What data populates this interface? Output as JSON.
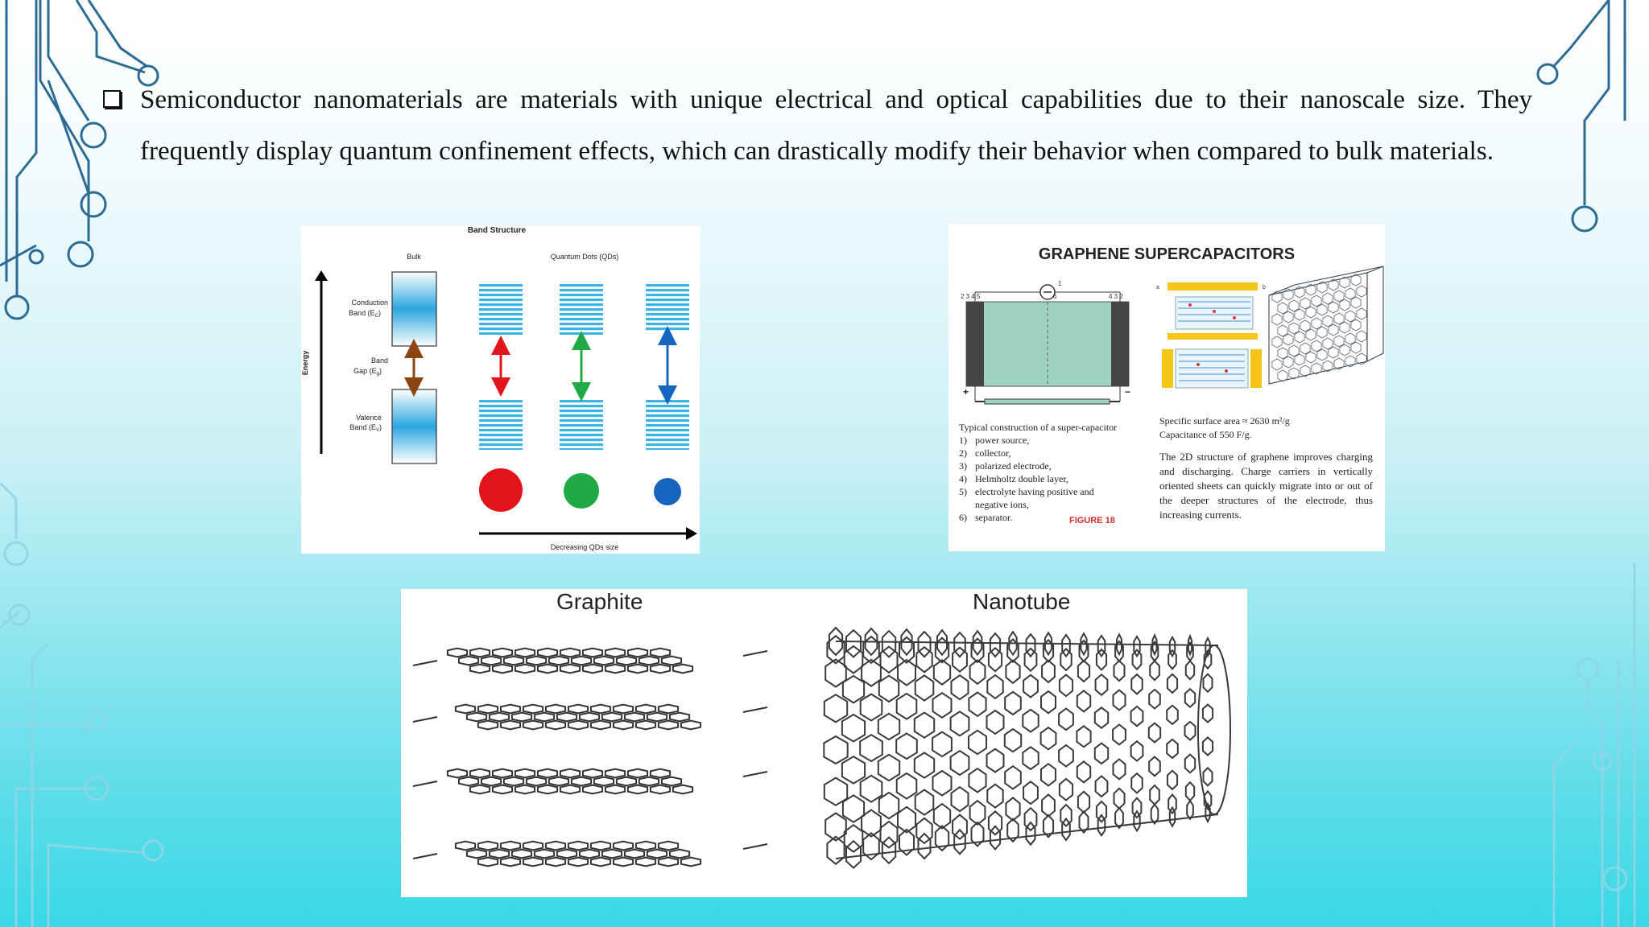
{
  "slide": {
    "bullet_text": "Semiconductor nanomaterials are materials with unique electrical and optical capabilities due to their nanoscale size. They frequently display quantum confinement effects, which can drastically modify their behavior when compared to bulk materials."
  },
  "band_figure": {
    "title": "Band Structure",
    "bulk_label": "Bulk",
    "qd_label": "Quantum Dots (QDs)",
    "energy_label": "Energy",
    "conduction_label_1": "Conduction",
    "conduction_label_2": "Band (E",
    "conduction_sub": "C",
    "gap_label_1": "Band",
    "gap_label_2": "Gap (E",
    "gap_sub": "g",
    "valence_label_1": "Valence",
    "valence_label_2": "Band (E",
    "valence_sub": "V",
    "x_axis_label": "Decreasing QDs size",
    "colors": {
      "red": "#e3131b",
      "green": "#1faa45",
      "blue": "#1565c0",
      "band": "#3ab3e6",
      "gap_arrow": "#8b4513"
    }
  },
  "supercap_figure": {
    "title": "GRAPHENE SUPERCAPACITORS",
    "diagram_numbers_left": "2 3 4   5",
    "diagram_number_mid": "6",
    "diagram_numbers_right": "4 3 2",
    "diagram_number_top": "1",
    "plus": "+",
    "minus": "−",
    "label_a": "a",
    "label_b": "b",
    "list_title": "Typical construction of a super-capacitor",
    "list_items": [
      {
        "n": "1)",
        "text": "power source,"
      },
      {
        "n": "2)",
        "text": "collector,"
      },
      {
        "n": "3)",
        "text": "polarized electrode,"
      },
      {
        "n": "4)",
        "text": "Helmholtz double layer,"
      },
      {
        "n": "5)",
        "text": "electrolyte having positive and negative ions,"
      },
      {
        "n": "6)",
        "text": "separator."
      }
    ],
    "figure_label": "FIGURE 18",
    "spec_line_1": "Specific surface area ≈ 2630 m²/g",
    "spec_line_2": "Capacitance of 550 F/g.",
    "description": "The 2D structure of graphene improves charging and discharging. Charge carriers in vertically oriented sheets can quickly migrate into or out of the deeper structures of the electrode, thus increasing currents."
  },
  "carbon_figure": {
    "graphite_label": "Graphite",
    "nanotube_label": "Nanotube"
  }
}
